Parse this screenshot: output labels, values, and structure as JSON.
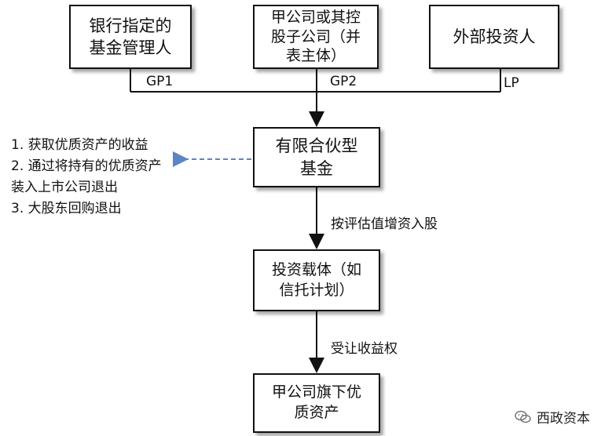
{
  "boxes": {
    "bank_manager": [
      "银行指定的",
      "基金管理人"
    ],
    "company_a": [
      "甲公司或其控",
      "股子公司（并",
      "表主体）"
    ],
    "external_investor": [
      "外部投资人"
    ],
    "fund": [
      "有限合伙型",
      "基金"
    ],
    "vehicle": [
      "投资载体（如",
      "信托计划）"
    ],
    "assets": [
      "甲公司旗下优",
      "质资产"
    ]
  },
  "labels": {
    "gp1": "GP1",
    "gp2": "GP2",
    "lp": "LP",
    "equity_in": "按评估值增资入股",
    "transfer": "受让收益权"
  },
  "notes": [
    "1. 获取优质资产的收益",
    "2. 通过将持有的优质资产装入上市公司退出",
    "3. 大股东回购退出"
  ],
  "watermark": {
    "icon": "wechat-icon",
    "text": "西政资本"
  },
  "colors": {
    "line": "#111111",
    "dashed_arrow": "#5b86c4"
  }
}
